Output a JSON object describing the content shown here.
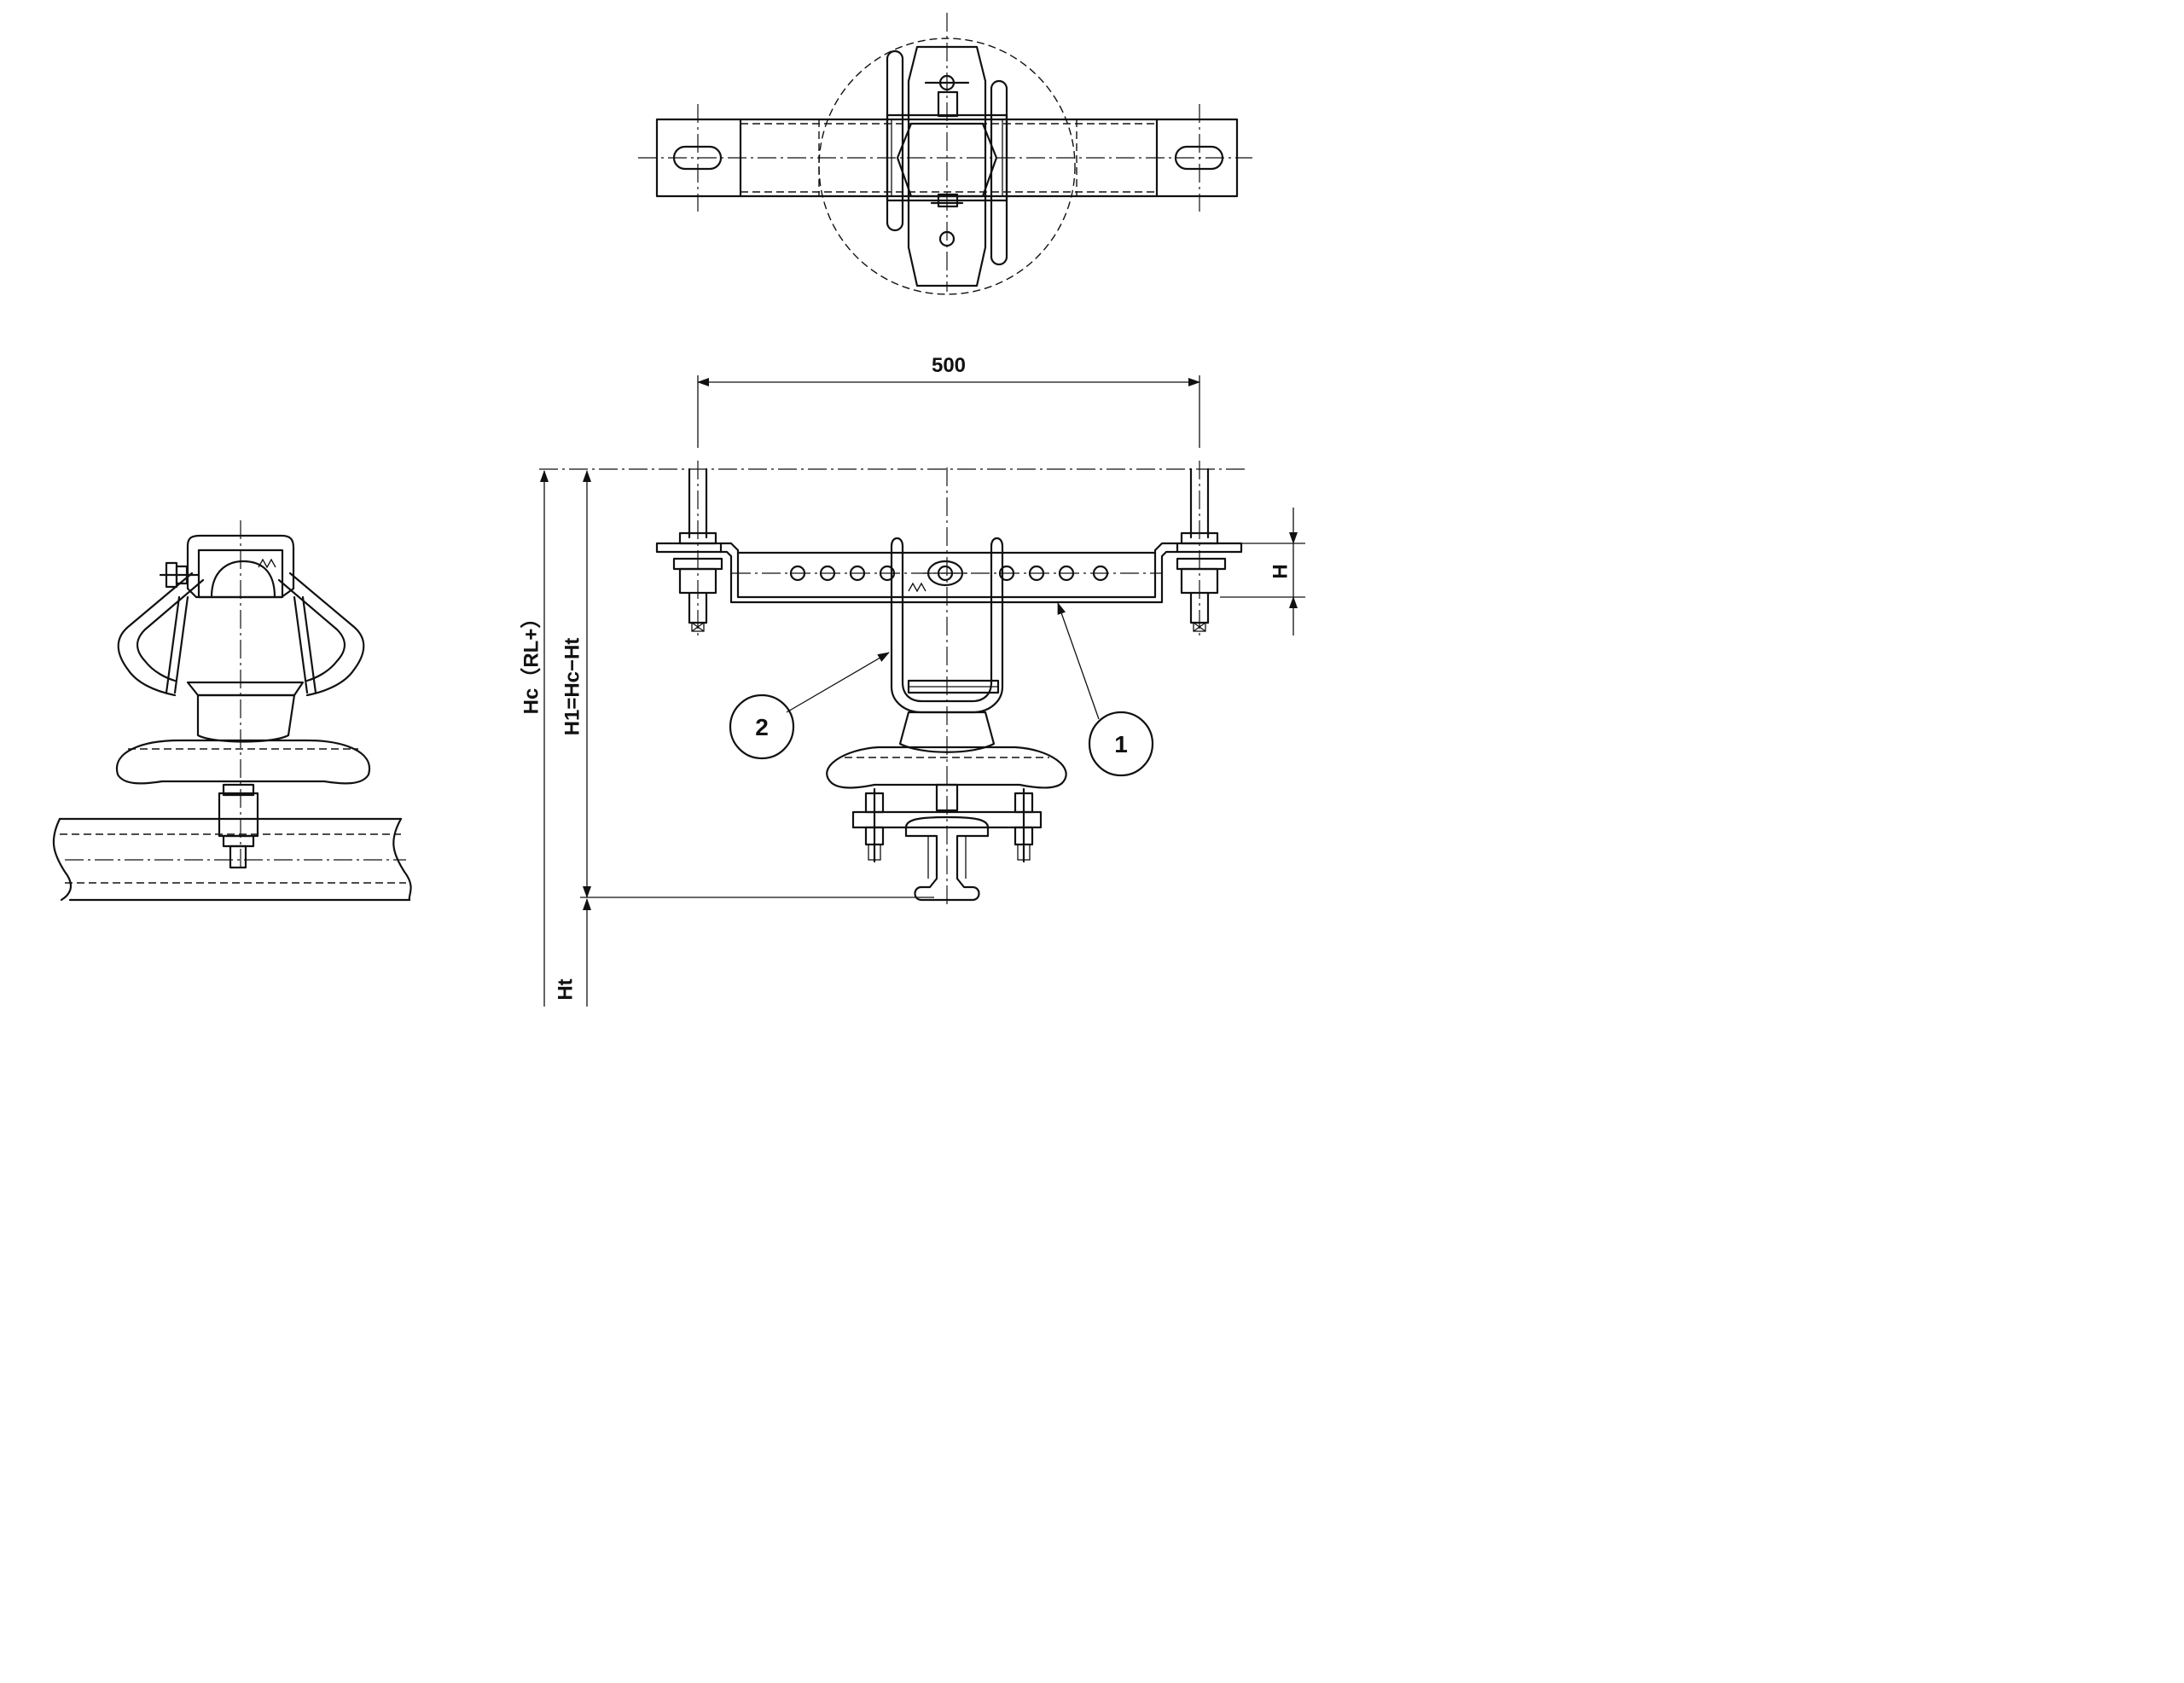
{
  "dimensions": {
    "span": "500",
    "bracket_height": "H",
    "contact_height": "Hc（RL+）",
    "insulator_height": "H1=Hc−Ht",
    "track_height": "Ht"
  },
  "callouts": [
    {
      "number": "1"
    },
    {
      "number": "2"
    }
  ]
}
